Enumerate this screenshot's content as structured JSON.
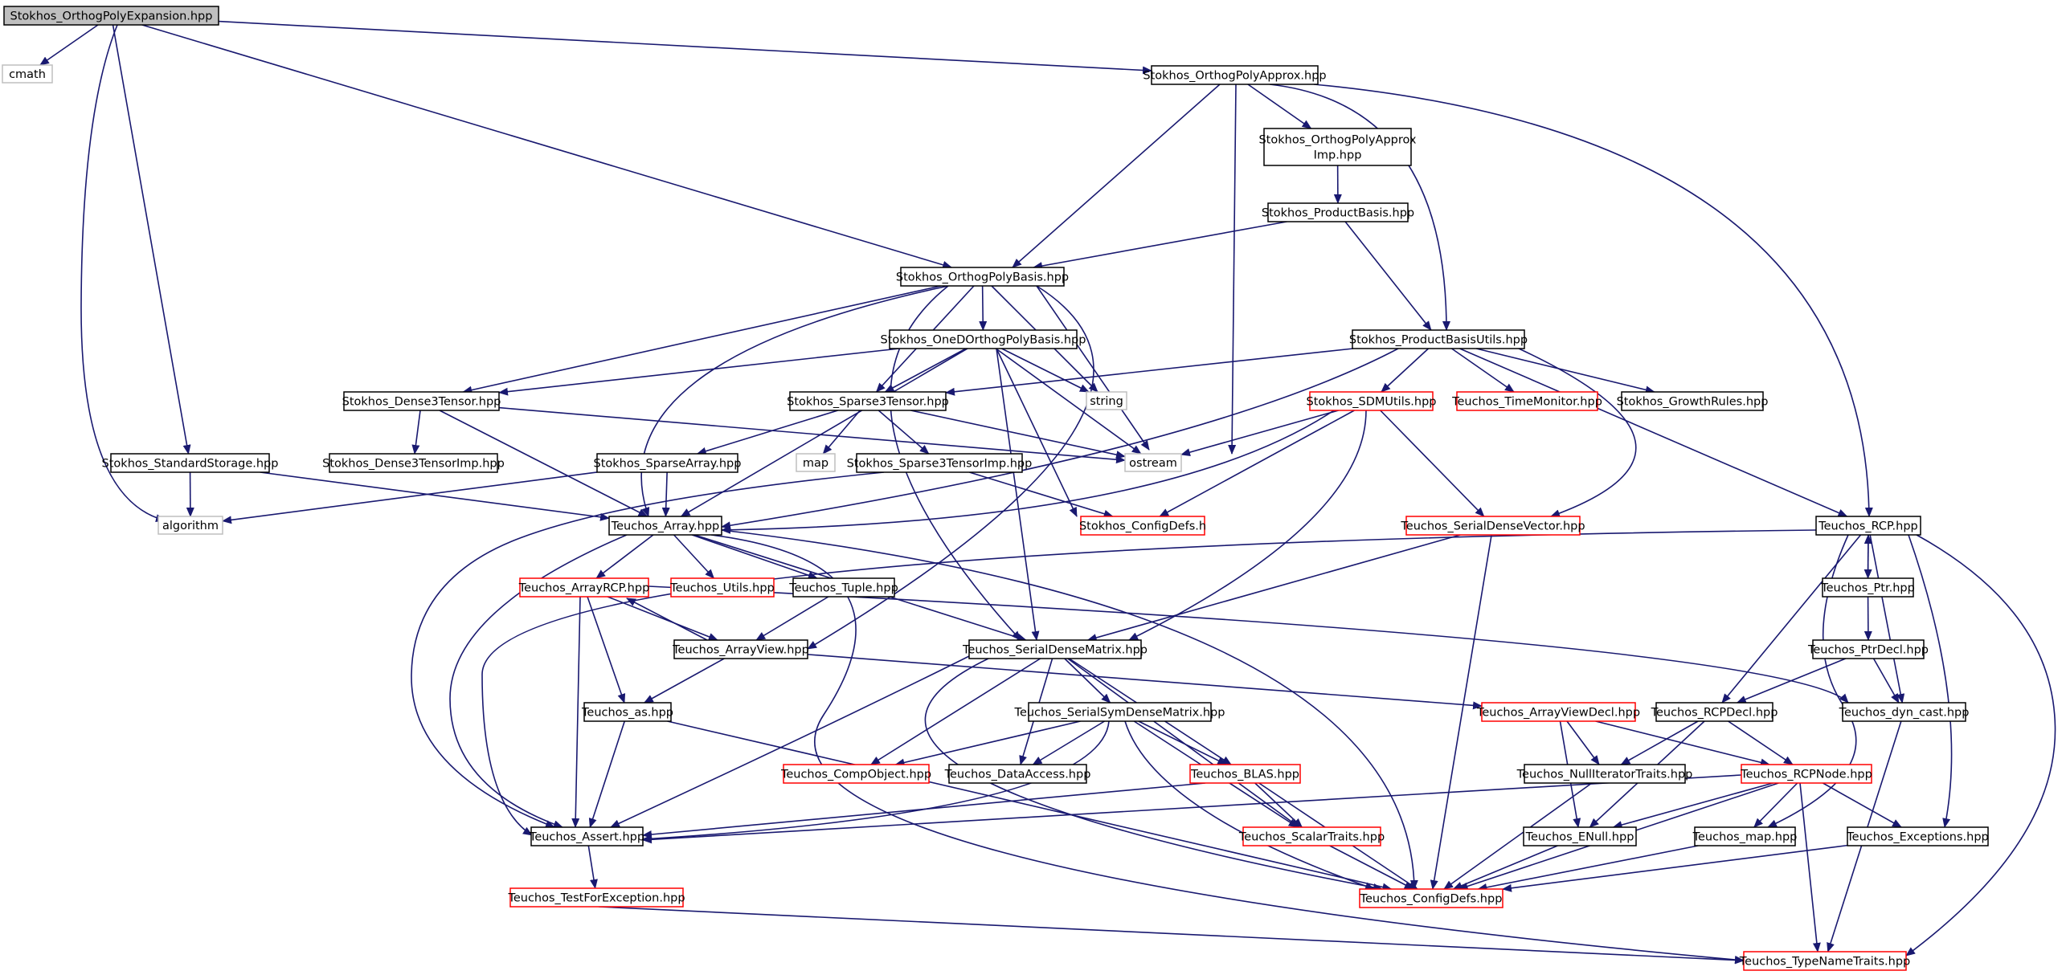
{
  "colors": {
    "edge": "#191970",
    "border_normal": "#000000",
    "border_truncated": "#ff0000",
    "border_external": "#bfbfbf",
    "fill_root": "#bfbfbf",
    "fill_normal": "#ffffff"
  },
  "nodes": [
    {
      "id": "root",
      "label": "Stokhos_OrthogPolyExpansion.hpp",
      "kind": "root"
    },
    {
      "id": "cmath",
      "label": "cmath",
      "kind": "external"
    },
    {
      "id": "approx",
      "label": "Stokhos_OrthogPolyApprox.hpp",
      "kind": "normal"
    },
    {
      "id": "approximp",
      "label": [
        "Stokhos_OrthogPolyApprox",
        "Imp.hpp"
      ],
      "kind": "normal"
    },
    {
      "id": "prodbasis",
      "label": "Stokhos_ProductBasis.hpp",
      "kind": "normal"
    },
    {
      "id": "orthogbasis",
      "label": "Stokhos_OrthogPolyBasis.hpp",
      "kind": "normal"
    },
    {
      "id": "oned",
      "label": "Stokhos_OneDOrthogPolyBasis.hpp",
      "kind": "normal"
    },
    {
      "id": "pbutils",
      "label": "Stokhos_ProductBasisUtils.hpp",
      "kind": "normal"
    },
    {
      "id": "string",
      "label": "string",
      "kind": "external"
    },
    {
      "id": "dense3",
      "label": "Stokhos_Dense3Tensor.hpp",
      "kind": "normal"
    },
    {
      "id": "sparse3",
      "label": "Stokhos_Sparse3Tensor.hpp",
      "kind": "normal"
    },
    {
      "id": "sdmutils",
      "label": "Stokhos_SDMUtils.hpp",
      "kind": "truncated"
    },
    {
      "id": "timemon",
      "label": "Teuchos_TimeMonitor.hpp",
      "kind": "truncated"
    },
    {
      "id": "growth",
      "label": "Stokhos_GrowthRules.hpp",
      "kind": "normal"
    },
    {
      "id": "stdstorage",
      "label": "Stokhos_StandardStorage.hpp",
      "kind": "normal"
    },
    {
      "id": "dense3imp",
      "label": "Stokhos_Dense3TensorImp.hpp",
      "kind": "normal"
    },
    {
      "id": "sparsearray",
      "label": "Stokhos_SparseArray.hpp",
      "kind": "normal"
    },
    {
      "id": "map",
      "label": "map",
      "kind": "external"
    },
    {
      "id": "sparse3imp",
      "label": "Stokhos_Sparse3TensorImp.hpp",
      "kind": "normal"
    },
    {
      "id": "ostream",
      "label": "ostream",
      "kind": "external"
    },
    {
      "id": "algorithm",
      "label": "algorithm",
      "kind": "external"
    },
    {
      "id": "tarray",
      "label": "Teuchos_Array.hpp",
      "kind": "normal"
    },
    {
      "id": "sconfig",
      "label": "Stokhos_ConfigDefs.h",
      "kind": "truncated"
    },
    {
      "id": "sdvector",
      "label": "Teuchos_SerialDenseVector.hpp",
      "kind": "truncated"
    },
    {
      "id": "rcp",
      "label": "Teuchos_RCP.hpp",
      "kind": "normal"
    },
    {
      "id": "arrayrcp",
      "label": "Teuchos_ArrayRCP.hpp",
      "kind": "truncated"
    },
    {
      "id": "tutils",
      "label": "Teuchos_Utils.hpp",
      "kind": "truncated"
    },
    {
      "id": "tuple",
      "label": "Teuchos_Tuple.hpp",
      "kind": "normal"
    },
    {
      "id": "ptr",
      "label": "Teuchos_Ptr.hpp",
      "kind": "normal"
    },
    {
      "id": "arrayview",
      "label": "Teuchos_ArrayView.hpp",
      "kind": "normal"
    },
    {
      "id": "sdmatrix",
      "label": "Teuchos_SerialDenseMatrix.hpp",
      "kind": "normal"
    },
    {
      "id": "ptrdecl",
      "label": "Teuchos_PtrDecl.hpp",
      "kind": "normal"
    },
    {
      "id": "tas",
      "label": "Teuchos_as.hpp",
      "kind": "normal"
    },
    {
      "id": "ssdmatrix",
      "label": "Teuchos_SerialSymDenseMatrix.hpp",
      "kind": "normal"
    },
    {
      "id": "avdecl",
      "label": "Teuchos_ArrayViewDecl.hpp",
      "kind": "truncated"
    },
    {
      "id": "rcpdecl",
      "label": "Teuchos_RCPDecl.hpp",
      "kind": "normal"
    },
    {
      "id": "dyncast",
      "label": "Teuchos_dyn_cast.hpp",
      "kind": "normal"
    },
    {
      "id": "compobj",
      "label": "Teuchos_CompObject.hpp",
      "kind": "truncated"
    },
    {
      "id": "dataaccess",
      "label": "Teuchos_DataAccess.hpp",
      "kind": "normal"
    },
    {
      "id": "blas",
      "label": "Teuchos_BLAS.hpp",
      "kind": "truncated"
    },
    {
      "id": "nullit",
      "label": "Teuchos_NullIteratorTraits.hpp",
      "kind": "normal"
    },
    {
      "id": "rcpnode",
      "label": "Teuchos_RCPNode.hpp",
      "kind": "truncated"
    },
    {
      "id": "assert",
      "label": "Teuchos_Assert.hpp",
      "kind": "normal"
    },
    {
      "id": "scalartraits",
      "label": "Teuchos_ScalarTraits.hpp",
      "kind": "truncated"
    },
    {
      "id": "enull",
      "label": "Teuchos_ENull.hpp",
      "kind": "normal"
    },
    {
      "id": "tmap",
      "label": "Teuchos_map.hpp",
      "kind": "normal"
    },
    {
      "id": "exceptions",
      "label": "Teuchos_Exceptions.hpp",
      "kind": "normal"
    },
    {
      "id": "testforexc",
      "label": "Teuchos_TestForException.hpp",
      "kind": "truncated"
    },
    {
      "id": "tconfig",
      "label": "Teuchos_ConfigDefs.hpp",
      "kind": "truncated"
    },
    {
      "id": "typename",
      "label": "Teuchos_TypeNameTraits.hpp",
      "kind": "truncated"
    }
  ],
  "edges": [
    [
      "root",
      "cmath"
    ],
    [
      "root",
      "algorithm"
    ],
    [
      "root",
      "approx"
    ],
    [
      "root",
      "orthogbasis"
    ],
    [
      "root",
      "stdstorage"
    ],
    [
      "approx",
      "approximp"
    ],
    [
      "approx",
      "orthogbasis"
    ],
    [
      "approx",
      "pbutils"
    ],
    [
      "approx",
      "rcp"
    ],
    [
      "approx",
      "ostream"
    ],
    [
      "approximp",
      "prodbasis"
    ],
    [
      "prodbasis",
      "orthogbasis"
    ],
    [
      "prodbasis",
      "pbutils"
    ],
    [
      "orthogbasis",
      "oned"
    ],
    [
      "orthogbasis",
      "dense3"
    ],
    [
      "orthogbasis",
      "sparse3"
    ],
    [
      "orthogbasis",
      "tarray"
    ],
    [
      "orthogbasis",
      "string"
    ],
    [
      "orthogbasis",
      "ostream"
    ],
    [
      "orthogbasis",
      "sdmatrix"
    ],
    [
      "orthogbasis",
      "arrayview"
    ],
    [
      "oned",
      "dense3"
    ],
    [
      "oned",
      "sparse3"
    ],
    [
      "oned",
      "tarray"
    ],
    [
      "oned",
      "string"
    ],
    [
      "oned",
      "ostream"
    ],
    [
      "oned",
      "sconfig"
    ],
    [
      "oned",
      "sdmatrix"
    ],
    [
      "pbutils",
      "sparse3"
    ],
    [
      "pbutils",
      "sdmutils"
    ],
    [
      "pbutils",
      "timemon"
    ],
    [
      "pbutils",
      "growth"
    ],
    [
      "pbutils",
      "rcp"
    ],
    [
      "pbutils",
      "tarray"
    ],
    [
      "pbutils",
      "sdvector"
    ],
    [
      "dense3",
      "dense3imp"
    ],
    [
      "dense3",
      "tarray"
    ],
    [
      "dense3",
      "ostream"
    ],
    [
      "sparse3",
      "sparsearray"
    ],
    [
      "sparse3",
      "map"
    ],
    [
      "sparse3",
      "sparse3imp"
    ],
    [
      "sparse3",
      "ostream"
    ],
    [
      "sdmutils",
      "ostream"
    ],
    [
      "sdmutils",
      "tarray"
    ],
    [
      "sdmutils",
      "sconfig"
    ],
    [
      "sdmutils",
      "sdvector"
    ],
    [
      "sdmutils",
      "sdmatrix"
    ],
    [
      "stdstorage",
      "algorithm"
    ],
    [
      "stdstorage",
      "tarray"
    ],
    [
      "sparsearray",
      "algorithm"
    ],
    [
      "sparsearray",
      "tarray"
    ],
    [
      "sparse3imp",
      "sconfig"
    ],
    [
      "sparse3imp",
      "assert"
    ],
    [
      "tarray",
      "arrayrcp"
    ],
    [
      "tarray",
      "tutils"
    ],
    [
      "tarray",
      "tuple"
    ],
    [
      "tarray",
      "assert"
    ],
    [
      "tarray",
      "typename"
    ],
    [
      "tarray",
      "tconfig"
    ],
    [
      "tarray",
      "sdmatrix"
    ],
    [
      "sdvector",
      "sdmatrix"
    ],
    [
      "sdvector",
      "tconfig"
    ],
    [
      "rcp",
      "ptr"
    ],
    [
      "rcp",
      "rcpdecl"
    ],
    [
      "rcp",
      "assert"
    ],
    [
      "rcp",
      "tmap"
    ],
    [
      "rcp",
      "exceptions"
    ],
    [
      "rcp",
      "dyncast"
    ],
    [
      "rcp",
      "typename"
    ],
    [
      "arrayrcp",
      "arrayview"
    ],
    [
      "arrayrcp",
      "tas"
    ],
    [
      "arrayrcp",
      "assert"
    ],
    [
      "arrayrcp",
      "dyncast"
    ],
    [
      "tuple",
      "arrayview"
    ],
    [
      "ptr",
      "ptrdecl"
    ],
    [
      "ptr",
      "rcp"
    ],
    [
      "arrayview",
      "arrayrcp"
    ],
    [
      "arrayview",
      "tas"
    ],
    [
      "arrayview",
      "avdecl"
    ],
    [
      "sdmatrix",
      "ssdmatrix"
    ],
    [
      "sdmatrix",
      "compobj"
    ],
    [
      "sdmatrix",
      "dataaccess"
    ],
    [
      "sdmatrix",
      "blas"
    ],
    [
      "sdmatrix",
      "scalartraits"
    ],
    [
      "sdmatrix",
      "assert"
    ],
    [
      "sdmatrix",
      "tconfig"
    ],
    [
      "ptrdecl",
      "rcpdecl"
    ],
    [
      "ptrdecl",
      "dyncast"
    ],
    [
      "tas",
      "assert"
    ],
    [
      "tas",
      "tconfig"
    ],
    [
      "ssdmatrix",
      "compobj"
    ],
    [
      "ssdmatrix",
      "dataaccess"
    ],
    [
      "ssdmatrix",
      "blas"
    ],
    [
      "ssdmatrix",
      "scalartraits"
    ],
    [
      "ssdmatrix",
      "assert"
    ],
    [
      "ssdmatrix",
      "tconfig"
    ],
    [
      "avdecl",
      "nullit"
    ],
    [
      "avdecl",
      "enull"
    ],
    [
      "avdecl",
      "rcpnode"
    ],
    [
      "rcpdecl",
      "nullit"
    ],
    [
      "rcpdecl",
      "rcpnode"
    ],
    [
      "rcpdecl",
      "enull"
    ],
    [
      "dyncast",
      "typename"
    ],
    [
      "blas",
      "scalartraits"
    ],
    [
      "blas",
      "assert"
    ],
    [
      "blas",
      "tconfig"
    ],
    [
      "nullit",
      "tconfig"
    ],
    [
      "rcpnode",
      "enull"
    ],
    [
      "rcpnode",
      "tmap"
    ],
    [
      "rcpnode",
      "exceptions"
    ],
    [
      "rcpnode",
      "assert"
    ],
    [
      "rcpnode",
      "typename"
    ],
    [
      "rcpnode",
      "tconfig"
    ],
    [
      "assert",
      "testforexc"
    ],
    [
      "scalartraits",
      "tconfig"
    ],
    [
      "enull",
      "tconfig"
    ],
    [
      "tmap",
      "tconfig"
    ],
    [
      "exceptions",
      "tconfig"
    ],
    [
      "testforexc",
      "typename"
    ]
  ]
}
